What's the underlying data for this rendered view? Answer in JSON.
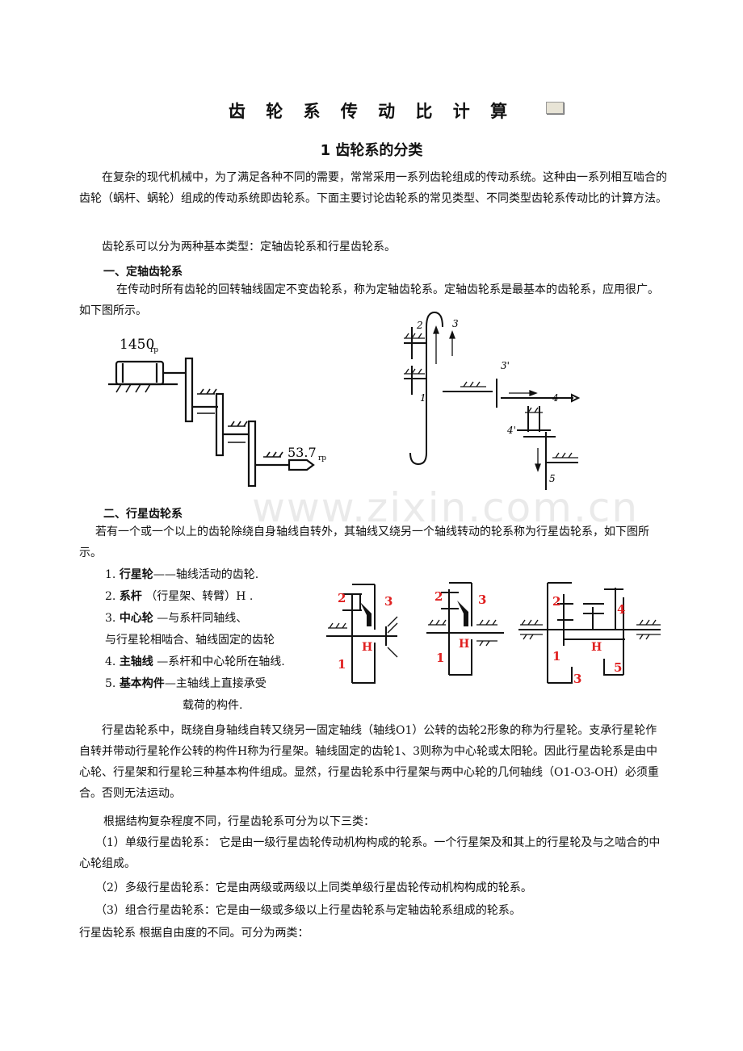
{
  "title": "齿 轮 系 传 动 比 计 算",
  "section1": "1   齿轮系的分类",
  "intro1": "在复杂的现代机械中，为了满足各种不同的需要，常常采用一系列齿轮组成的传动系统。这种由一系列相互啮合的齿轮（蜗杆、蜗轮）组成的传动系统即齿轮系。下面主要讨论齿轮系的常见类型、不同类型齿轮系传动比的计算方法。",
  "intro2": "齿轮系可以分为两种基本类型：定轴齿轮系和行星齿轮系。",
  "heading1": "一、定轴齿轮系",
  "fixed_desc": "在传动时所有齿轮的回转轴线固定不变齿轮系，称为定轴齿轮系。定轴齿轮系是最基本的齿轮系，应用很广。如下图所示。",
  "fig1": {
    "input_speed": "1450",
    "input_unit": "rp",
    "output_speed": "53.7",
    "output_unit": "rp"
  },
  "fig2": {
    "labels": [
      "2",
      "3",
      "3'",
      "1",
      "4",
      "4'",
      "5"
    ]
  },
  "heading2": "二、行星齿轮系",
  "planet_desc": "若有一个或一个以上的齿轮除绕自身轴线自转外，其轴线又绕另一个轴线转动的轮系称为行星齿轮系，如下图所示。",
  "definitions": [
    {
      "num": "1.",
      "term": "行星轮",
      "text": "——轴线活动的齿轮."
    },
    {
      "num": "2.",
      "term": "系杆",
      "text": "  （行星架、转臂）H ."
    },
    {
      "num": "3.",
      "term": "中心轮",
      "text": " —与系杆同轴线、"
    },
    {
      "num": "",
      "term": "",
      "text": "与行星轮相啮合、轴线固定的齿轮"
    },
    {
      "num": "4.",
      "term": "主轴线",
      "text": " —系杆和中心轮所在轴线."
    },
    {
      "num": "5.",
      "term": "基本构件",
      "text": "—主轴线上直接承受"
    },
    {
      "num": "",
      "term": "",
      "text": "载荷的构件."
    }
  ],
  "fig3": {
    "a": {
      "labels": [
        "2",
        "3",
        "H",
        "1"
      ]
    },
    "b": {
      "labels": [
        "2",
        "3",
        "H",
        "1"
      ]
    },
    "c": {
      "labels": [
        "2",
        "4",
        "H",
        "1",
        "5",
        "3"
      ]
    },
    "label_color": "#e02020"
  },
  "planet_para": "行星齿轮系中，既绕自身轴线自转又绕另一固定轴线（轴线O1）公转的齿轮2形象的称为行星轮。支承行星轮作自转并带动行星轮作公转的构件H称为行星架。轴线固定的齿轮1、3则称为中心轮或太阳轮。因此行星齿轮系是由中心轮、行星架和行星轮三种基本构件组成。显然，行星齿轮系中行星架与两中心轮的几何轴线（O1-O3-OH）必须重合。否则无法运动。",
  "classify_intro": "根据结构复杂程度不同，行星齿轮系可分为以下三类：",
  "classes": [
    "（1）单级行星齿轮系：   它是由一级行星齿轮传动机构构成的轮系。一个行星架及和其上的行星轮及与之啮合的中心轮组成。",
    "（2）多级行星齿轮系：它是由两级或两级以上同类单级行星齿轮传动机构构成的轮系。",
    "（3）组合行星齿轮系：它是由一级或多级以上行星齿轮系与定轴齿轮系组成的轮系。"
  ],
  "last_line": "行星齿轮系   根据自由度的不同。可分为两类：",
  "watermark": "www.zixin.com.cn"
}
